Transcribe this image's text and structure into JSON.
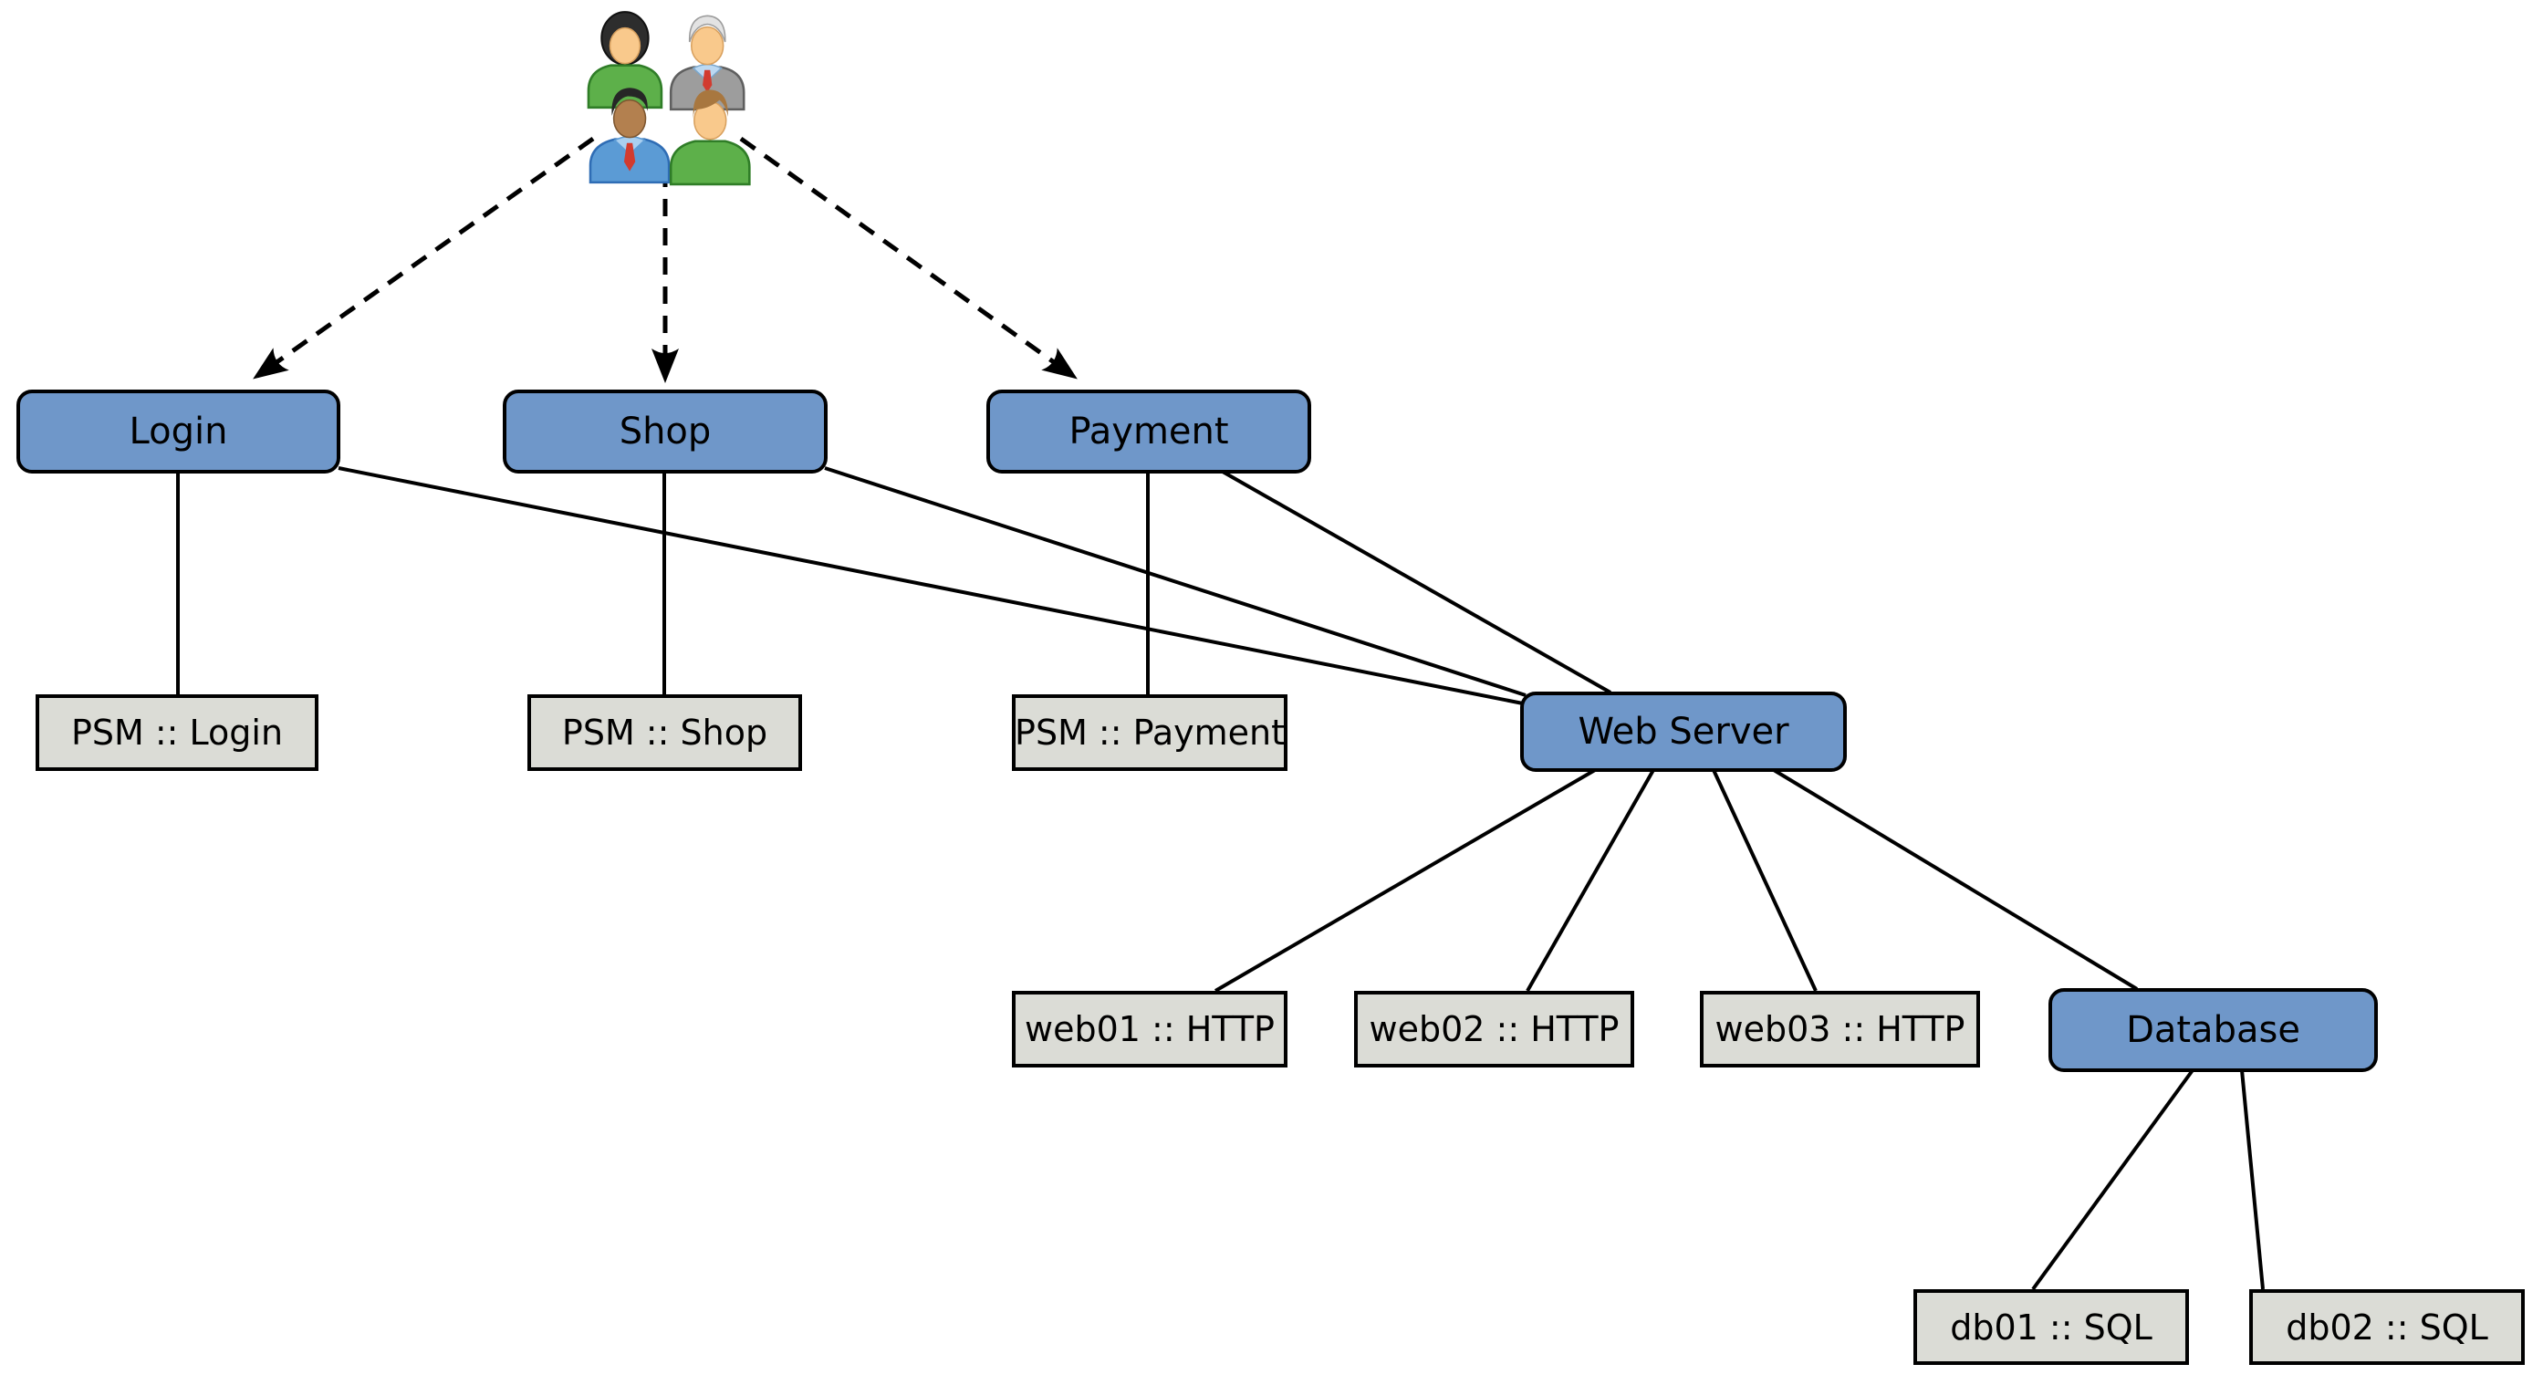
{
  "diagram": {
    "nodes": {
      "login": {
        "label": "Login",
        "type": "service"
      },
      "shop": {
        "label": "Shop",
        "type": "service"
      },
      "payment": {
        "label": "Payment",
        "type": "service"
      },
      "psm_login": {
        "label": "PSM :: Login",
        "type": "host"
      },
      "psm_shop": {
        "label": "PSM :: Shop",
        "type": "host"
      },
      "psm_payment": {
        "label": "PSM :: Payment",
        "type": "host"
      },
      "web_server": {
        "label": "Web Server",
        "type": "service"
      },
      "web01": {
        "label": "web01 :: HTTP",
        "type": "host"
      },
      "web02": {
        "label": "web02 :: HTTP",
        "type": "host"
      },
      "web03": {
        "label": "web03 :: HTTP",
        "type": "host"
      },
      "database": {
        "label": "Database",
        "type": "service"
      },
      "db01": {
        "label": "db01 :: SQL",
        "type": "host"
      },
      "db02": {
        "label": "db02 :: SQL",
        "type": "host"
      }
    },
    "edges": [
      {
        "from": "users",
        "to": "login",
        "style": "dashed-arrow"
      },
      {
        "from": "users",
        "to": "shop",
        "style": "dashed-arrow"
      },
      {
        "from": "users",
        "to": "payment",
        "style": "dashed-arrow"
      },
      {
        "from": "login",
        "to": "psm_login",
        "style": "solid"
      },
      {
        "from": "shop",
        "to": "psm_shop",
        "style": "solid"
      },
      {
        "from": "payment",
        "to": "psm_payment",
        "style": "solid"
      },
      {
        "from": "login",
        "to": "web_server",
        "style": "solid"
      },
      {
        "from": "shop",
        "to": "web_server",
        "style": "solid"
      },
      {
        "from": "payment",
        "to": "web_server",
        "style": "solid"
      },
      {
        "from": "web_server",
        "to": "web01",
        "style": "solid"
      },
      {
        "from": "web_server",
        "to": "web02",
        "style": "solid"
      },
      {
        "from": "web_server",
        "to": "web03",
        "style": "solid"
      },
      {
        "from": "web_server",
        "to": "database",
        "style": "solid"
      },
      {
        "from": "database",
        "to": "db01",
        "style": "solid"
      },
      {
        "from": "database",
        "to": "db02",
        "style": "solid"
      }
    ],
    "icons": {
      "users": "users-icon"
    },
    "colors": {
      "service_fill": "#6f97c9",
      "host_fill": "#dbdcd6",
      "edge": "#000000",
      "border": "#000000",
      "background": "#ffffff"
    }
  }
}
